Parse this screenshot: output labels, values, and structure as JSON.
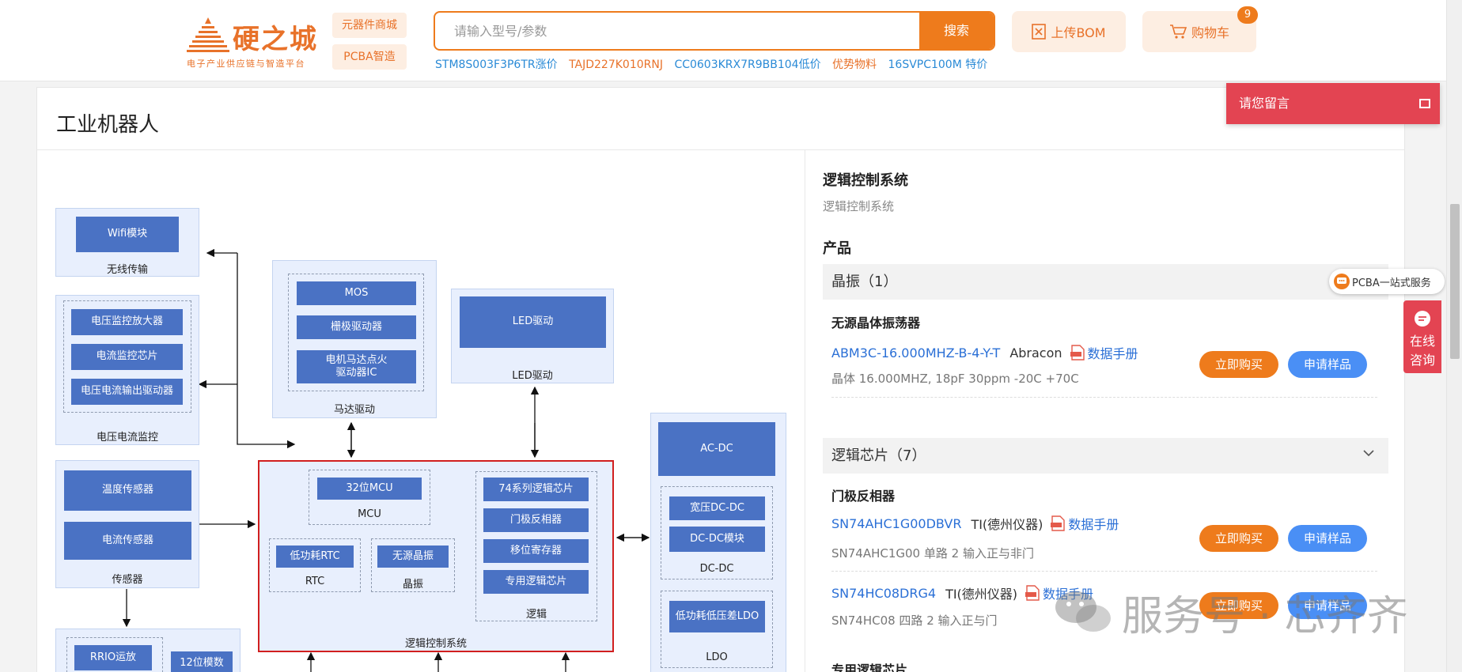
{
  "header": {
    "logo_title": "硬之城",
    "logo_subtitle": "电子产业供应链与智造平台",
    "nav": [
      "元器件商城",
      "PCBA智造"
    ],
    "search_placeholder": "请输入型号/参数",
    "search_button": "搜索",
    "hot_words": [
      {
        "text": "STM8S003F3P6TR涨价",
        "color": "blue"
      },
      {
        "text": "TAJD227K010RNJ",
        "color": "orange"
      },
      {
        "text": "CC0603KRX7R9BB104低价",
        "color": "blue"
      },
      {
        "text": "优势物料",
        "color": "orange"
      },
      {
        "text": "16SVPC100M 特价",
        "color": "blue"
      }
    ],
    "upload_bom": "上传BOM",
    "cart": "购物车",
    "cart_count": "9"
  },
  "page": {
    "title": "工业机器人"
  },
  "diagram": {
    "wireless": {
      "block": "Wifi模块",
      "label": "无线传输"
    },
    "power_monitor": {
      "blocks": [
        "电压监控放大器",
        "电流监控芯片",
        "电压电流输出驱动器"
      ],
      "label": "电压电流监控"
    },
    "sensors": {
      "blocks": [
        "温度传感器",
        "电流传感器"
      ],
      "label": "传感器"
    },
    "rrio": {
      "blocks": [
        "RRIO运放",
        "12位模数"
      ]
    },
    "motor": {
      "blocks": [
        "MOS",
        "栅极驱动器",
        "电机马达点火\n驱动器IC"
      ],
      "label": "马达驱动"
    },
    "led": {
      "block": "LED驱动",
      "label": "LED驱动"
    },
    "core": {
      "label": "逻辑控制系统",
      "mcu": {
        "block": "32位MCU",
        "label": "MCU"
      },
      "rtc": {
        "block": "低功耗RTC",
        "label": "RTC"
      },
      "crystal": {
        "block": "无源晶振",
        "label": "晶振"
      },
      "logic": {
        "blocks": [
          "74系列逻辑芯片",
          "门极反相器",
          "移位寄存器",
          "专用逻辑芯片"
        ],
        "label": "逻辑"
      }
    },
    "power": {
      "acdc": "AC-DC",
      "dcdc": {
        "blocks": [
          "宽压DC-DC",
          "DC-DC模块"
        ],
        "label": "DC-DC"
      },
      "ldo": {
        "block": "低功耗低压差LDO",
        "label": "LDO"
      }
    }
  },
  "panel": {
    "title": "逻辑控制系统",
    "subtitle": "逻辑控制系统",
    "products_heading": "产品",
    "categories": [
      {
        "title": "晶振（1）",
        "groups": [
          {
            "type": "无源晶体振荡器",
            "items": [
              {
                "pn": "ABM3C-16.000MHZ-B-4-Y-T",
                "mfr": "Abracon",
                "datasheet": "数据手册",
                "desc": "晶体 16.000MHZ, 18pF 30ppm -20C +70C"
              }
            ]
          }
        ]
      },
      {
        "title": "逻辑芯片（7）",
        "groups": [
          {
            "type": "门极反相器",
            "items": [
              {
                "pn": "SN74AHC1G00DBVR",
                "mfr": "TI(德州仪器)",
                "datasheet": "数据手册",
                "desc": "SN74AHC1G00 单路 2 输入正与非门"
              },
              {
                "pn": "SN74HC08DRG4",
                "mfr": "TI(德州仪器)",
                "datasheet": "数据手册",
                "desc": "SN74HC08 四路 2 输入正与门"
              }
            ]
          },
          {
            "type": "专用逻辑芯片",
            "items": []
          }
        ]
      }
    ],
    "buy_label": "立即购买",
    "sample_label": "申请样品"
  },
  "overlays": {
    "message_bar": "请您留言",
    "pcba_service": "PCBA一站式服务",
    "consult": [
      "在线",
      "咨询"
    ],
    "watermark": "服务号 · 芯齐齐"
  },
  "colors": {
    "brand_orange": "#ee7b1c",
    "link_blue": "#2a6fd6",
    "sample_blue": "#4a8ff5",
    "alert_red": "#e34452",
    "block_blue": "#4a72c4"
  }
}
